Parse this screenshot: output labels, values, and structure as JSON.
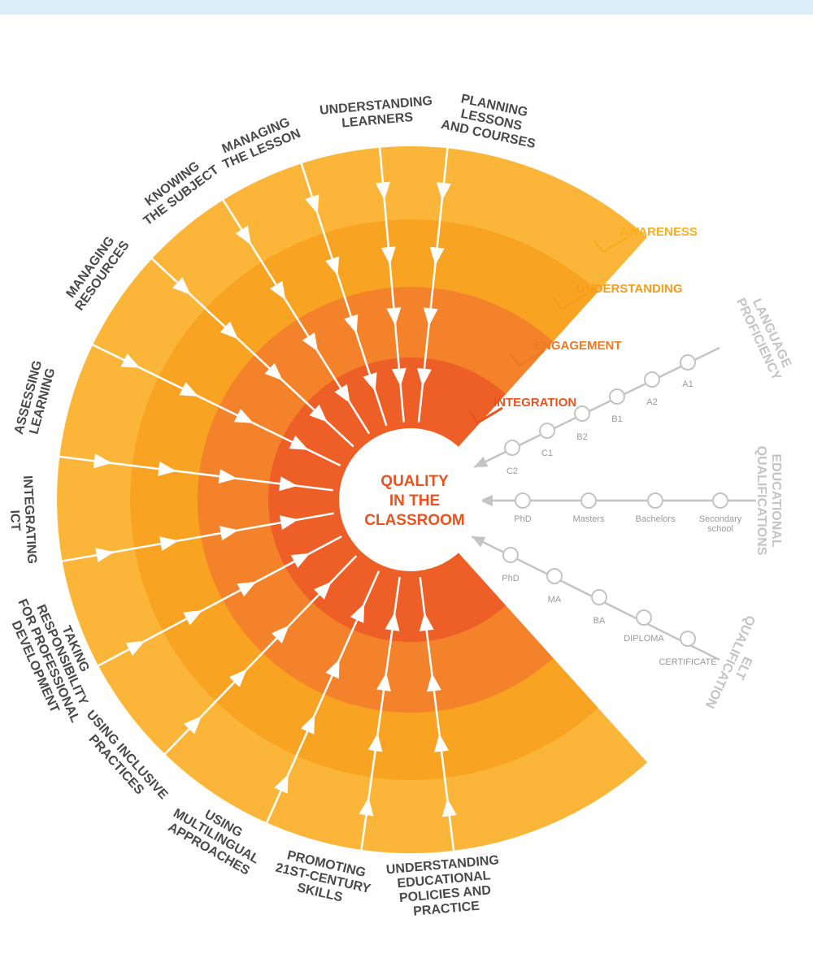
{
  "center": [
    "QUALITY",
    "IN THE",
    "CLASSROOM"
  ],
  "stages": [
    "AWARENESS",
    "UNDERSTANDING",
    "ENGAGEMENT",
    "INTEGRATION"
  ],
  "categories": [
    {
      "lines": [
        "PLANNING",
        "LESSONS",
        "AND COURSES"
      ]
    },
    {
      "lines": [
        "UNDERSTANDING",
        "LEARNERS"
      ]
    },
    {
      "lines": [
        "MANAGING",
        "THE LESSON"
      ]
    },
    {
      "lines": [
        "KNOWING",
        "THE SUBJECT"
      ]
    },
    {
      "lines": [
        "MANAGING",
        "RESOURCES"
      ]
    },
    {
      "lines": [
        "ASSESSING",
        "LEARNING"
      ]
    },
    {
      "lines": [
        "INTEGRATING",
        "ICT"
      ]
    },
    {
      "lines": [
        "TAKING",
        "RESPONSIBILITY",
        "FOR PROFESSIONAL",
        "DEVELOPMENT"
      ]
    },
    {
      "lines": [
        "USING INCLUSIVE",
        "PRACTICES"
      ]
    },
    {
      "lines": [
        "USING",
        "MULTILINGUAL",
        "APPROACHES"
      ]
    },
    {
      "lines": [
        "PROMOTING",
        "21ST-CENTURY",
        "SKILLS"
      ]
    },
    {
      "lines": [
        "UNDERSTANDING",
        "EDUCATIONAL",
        "POLICIES AND",
        "PRACTICE"
      ]
    }
  ],
  "scales": [
    {
      "title": [
        "LANGUAGE",
        "PROFICIENCY"
      ],
      "nodes": [
        "C2",
        "C1",
        "B2",
        "B1",
        "A2",
        "A1"
      ]
    },
    {
      "title": [
        "EDUCATIONAL",
        "QUALIFICATIONS"
      ],
      "nodes": [
        "PhD",
        "Masters",
        "Bachelors",
        "Secondary school"
      ]
    },
    {
      "title": [
        "ELT",
        "QUALIFICATION"
      ],
      "nodes": [
        "PhD",
        "MA",
        "BA",
        "DIPLOMA",
        "CERTIFICATE"
      ]
    }
  ],
  "colors": {
    "top_bar": "#daeef9",
    "ring_awareness": "#fbb63a",
    "ring_understanding": "#f8a321",
    "ring_engagement": "#f3822a",
    "ring_integration": "#ee5f27",
    "stage_awareness": "#f9ae1f",
    "stage_understanding": "#f59c1b",
    "stage_engagement": "#ee7a22",
    "stage_integration": "#e8531f",
    "center_text": "#e8531f",
    "label_text": "#4a4a4c",
    "scale_gray": "#c4c4c4"
  }
}
